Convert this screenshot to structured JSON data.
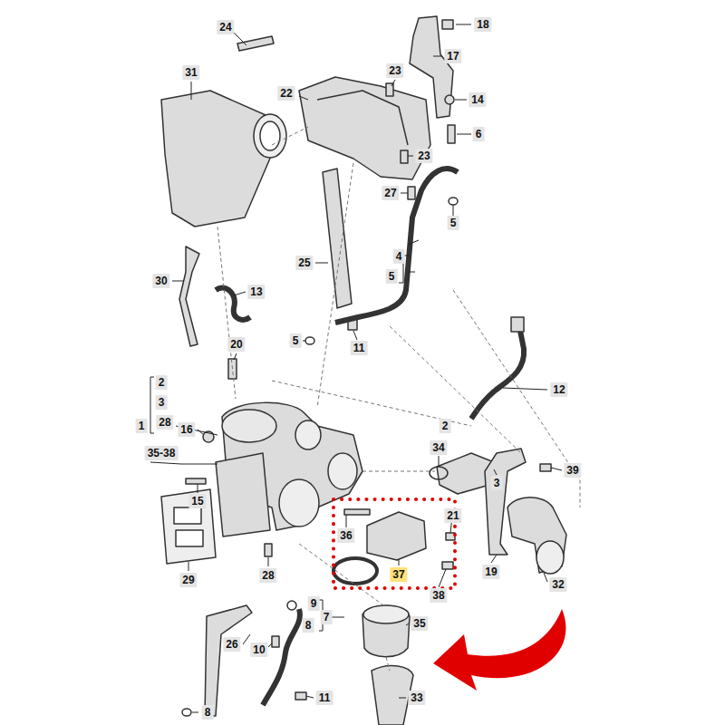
{
  "diagram": {
    "labels": [
      "24",
      "18",
      "31",
      "17",
      "22",
      "23",
      "14",
      "6",
      "23",
      "27",
      "5",
      "4",
      "5",
      "25",
      "30",
      "13",
      "5",
      "11",
      "20",
      "12",
      "2",
      "3",
      "28",
      "1",
      "35-38",
      "16",
      "2",
      "34",
      "3",
      "39",
      "15",
      "21",
      "36",
      "37",
      "38",
      "19",
      "32",
      "29",
      "28",
      "9",
      "8",
      "7",
      "35",
      "26",
      "10",
      "33",
      "11",
      "8"
    ]
  }
}
